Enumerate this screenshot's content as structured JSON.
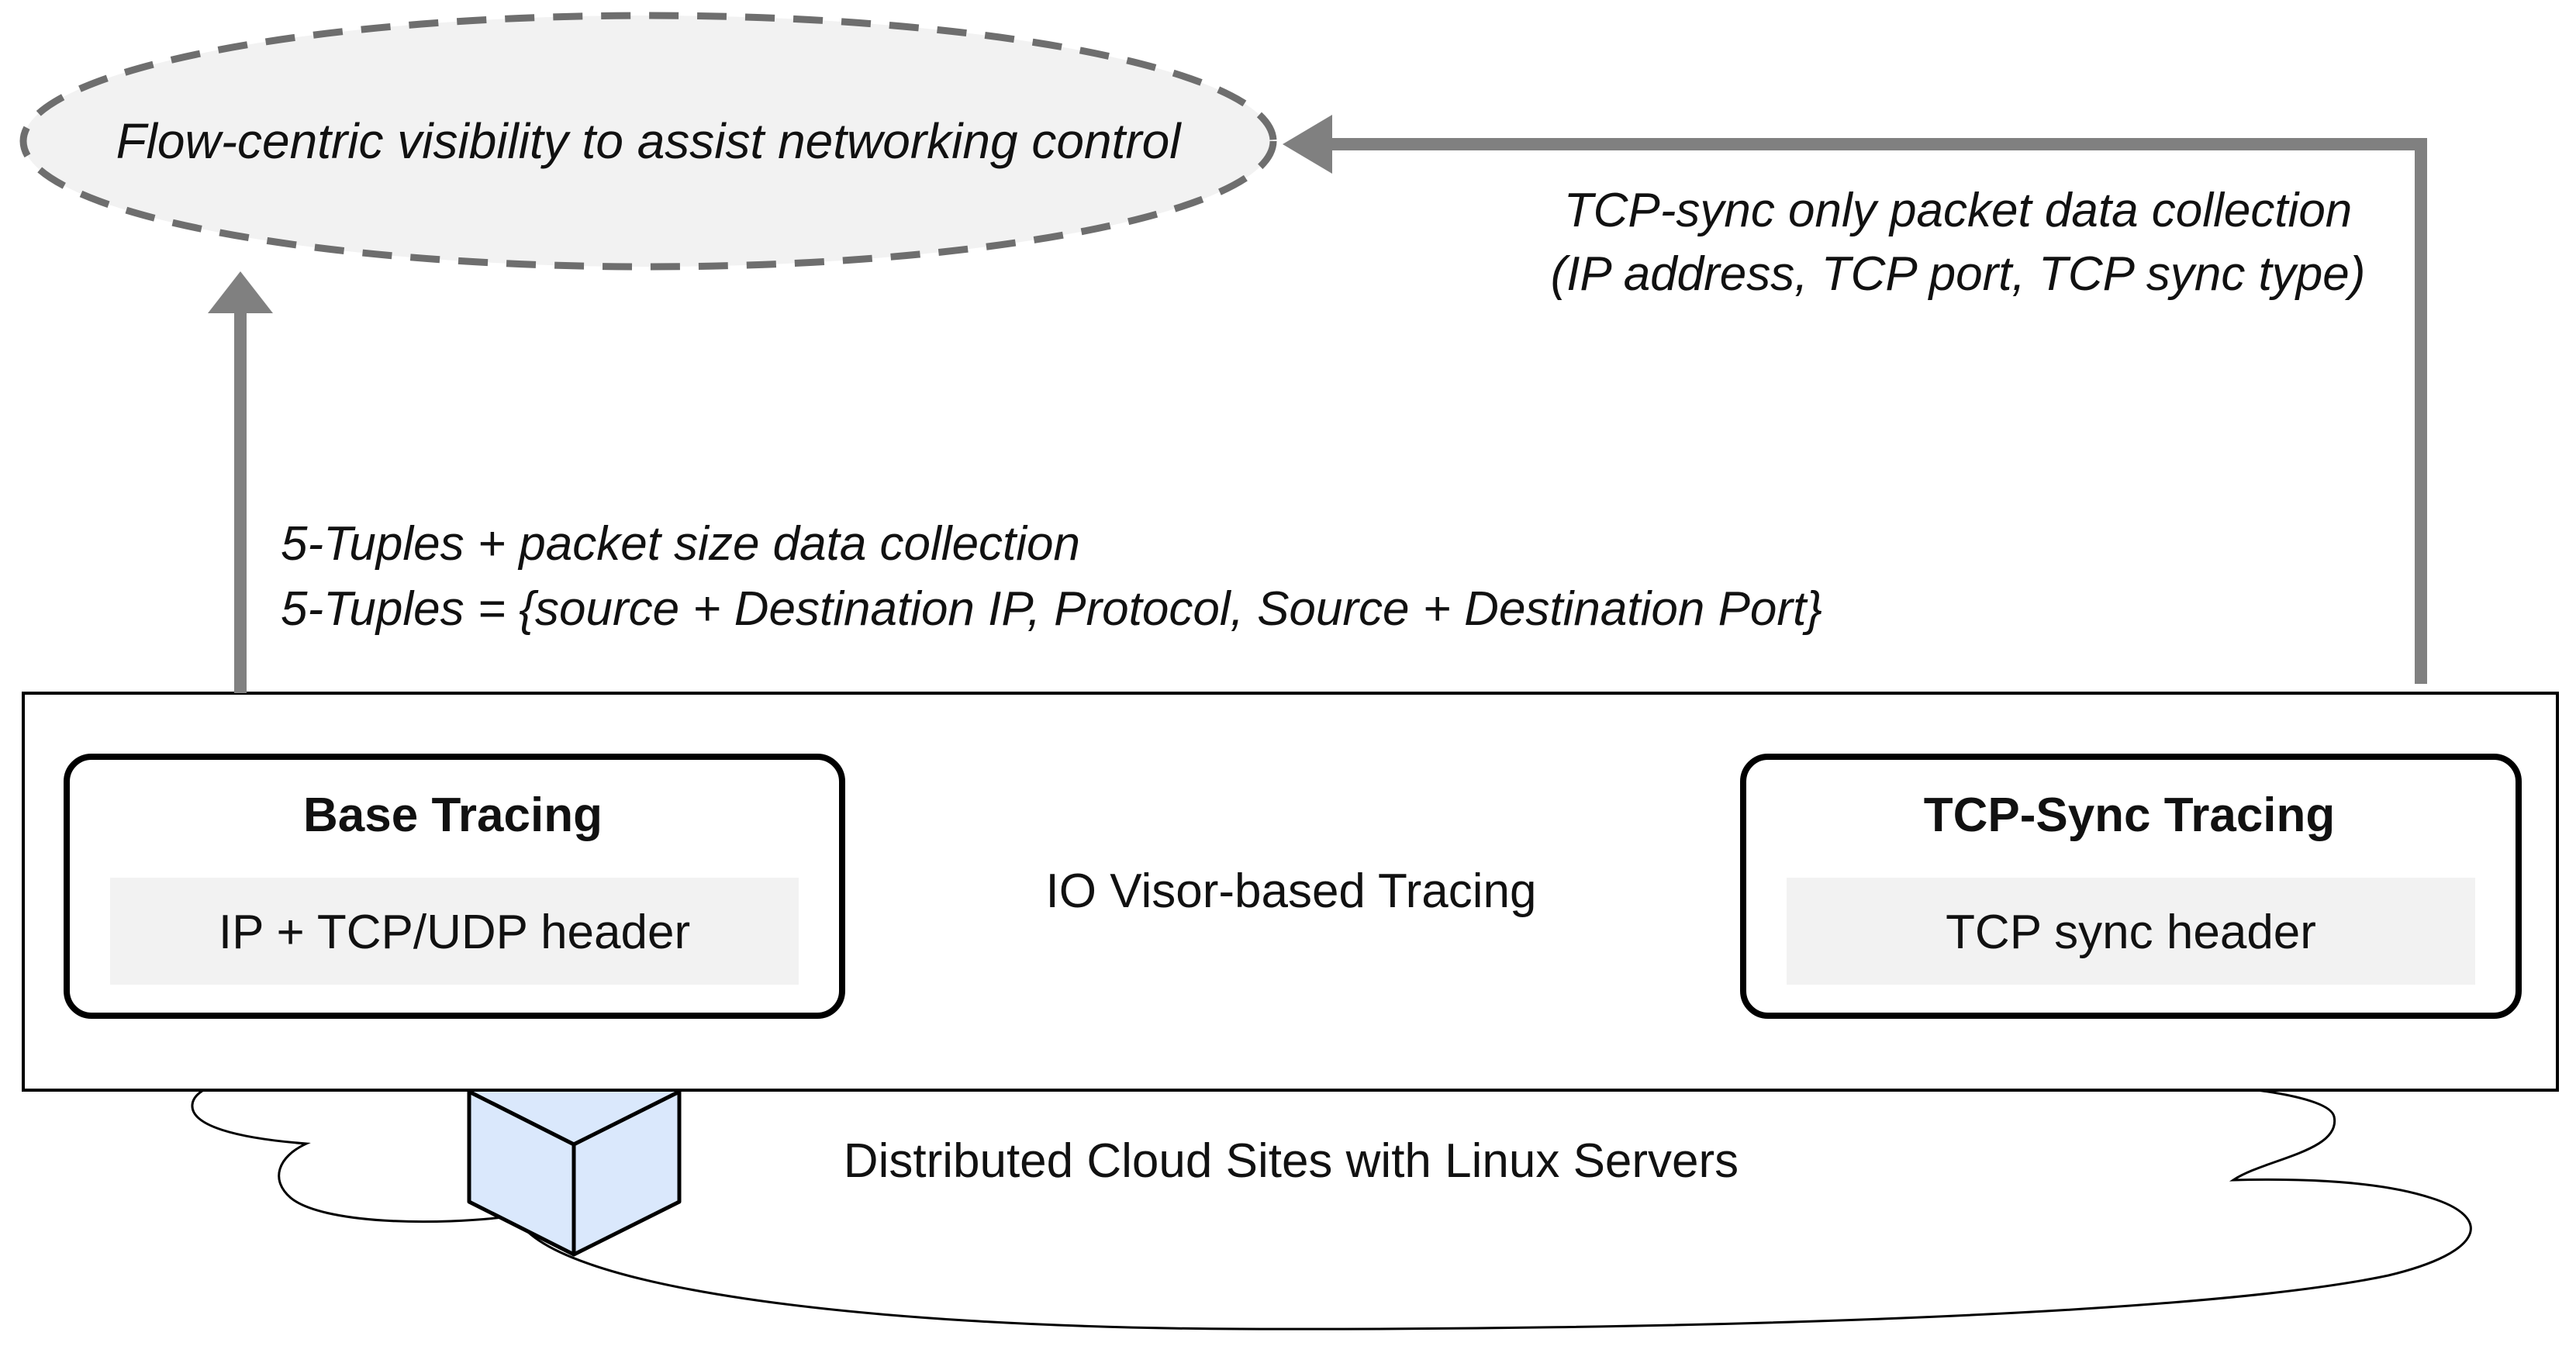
{
  "goal": {
    "text": "Flow-centric visibility to assist networking control"
  },
  "right_annotation": {
    "line1": "TCP-sync only packet data collection",
    "line2": "(IP address, TCP port, TCP sync type)"
  },
  "left_annotation": {
    "line1": "5-Tuples + packet size data collection",
    "line2": "5-Tuples = {source + Destination IP, Protocol, Source + Destination Port}"
  },
  "tracing_layer": {
    "label": "IO Visor-based Tracing",
    "base": {
      "title": "Base Tracing",
      "header": "IP + TCP/UDP header"
    },
    "tcp_sync": {
      "title": "TCP-Sync Tracing",
      "header": "TCP sync header"
    }
  },
  "cloud": {
    "label": "Distributed Cloud Sites with Linux Servers"
  },
  "colors": {
    "arrow": "#808080",
    "goal_fill": "#f2f2f2",
    "goal_border": "#6e6e6e",
    "header_fill": "#f2f2f2",
    "cube_fill": "#dae8fc"
  }
}
